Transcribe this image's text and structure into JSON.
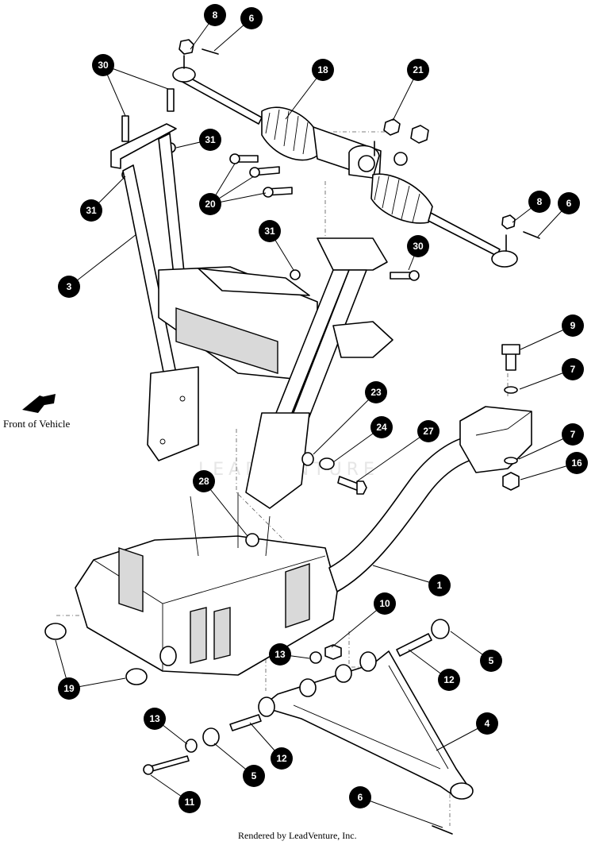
{
  "direction_label": "Front of Vehicle",
  "footer": "Rendered by LeadVenture, Inc.",
  "watermark": "LEADVENTURE",
  "callouts": [
    "8",
    "6",
    "30",
    "18",
    "21",
    "31",
    "31",
    "20",
    "8",
    "6",
    "31",
    "30",
    "3",
    "9",
    "7",
    "23",
    "24",
    "27",
    "7",
    "16",
    "28",
    "1",
    "10",
    "5",
    "13",
    "12",
    "19",
    "4",
    "13",
    "12",
    "5",
    "11",
    "6"
  ]
}
